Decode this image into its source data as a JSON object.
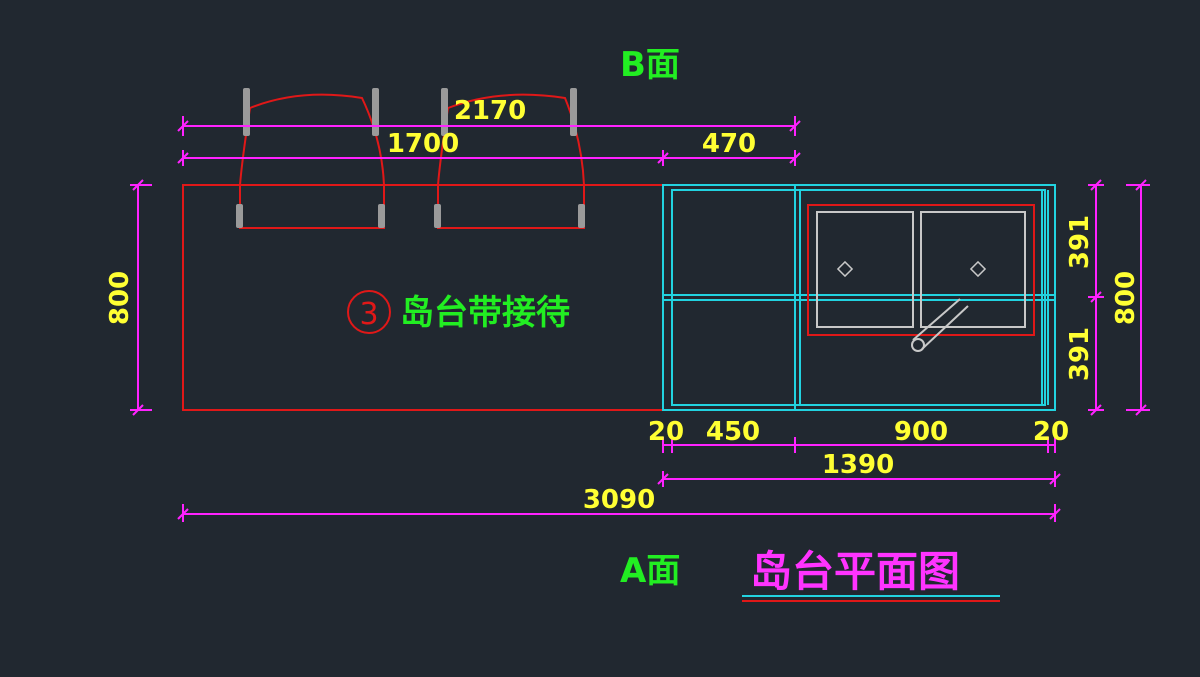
{
  "labels": {
    "side_b": "B面",
    "side_a": "A面",
    "island_num": "3",
    "island_text": "岛台带接待",
    "title": "岛台平面图"
  },
  "dimensions": {
    "top_total": "2170",
    "top_left": "1700",
    "top_right": "470",
    "left_height": "800",
    "right_height": "800",
    "right_upper": "391",
    "right_lower": "391",
    "bottom_20_left": "20",
    "bottom_450": "450",
    "bottom_900": "900",
    "bottom_20_right": "20",
    "bottom_1390": "1390",
    "bottom_total": "3090"
  },
  "colors": {
    "background": "#212830",
    "dimension": "#ff22ff",
    "dimension_text": "#ffff33",
    "outline_red": "#e01818",
    "cabinet_cyan": "#22d3e0",
    "sink": "#c8c8c8",
    "label_green": "#22ee22",
    "title_magenta": "#ff33ff"
  }
}
